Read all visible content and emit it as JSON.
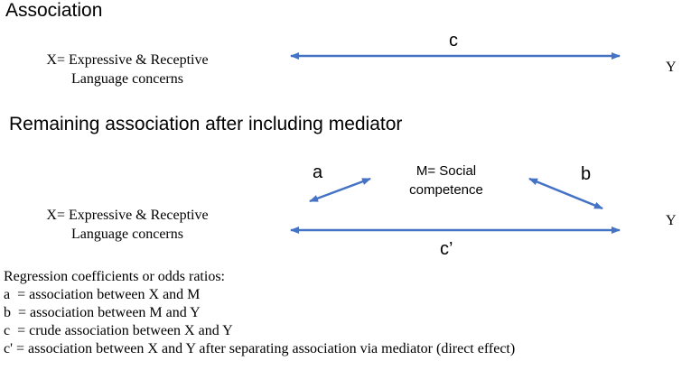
{
  "section1": {
    "heading": "Association",
    "x_label_line1": "X= Expressive & Receptive",
    "x_label_line2": "Language concerns",
    "path_c_label": "c",
    "y_label": "Y"
  },
  "section2": {
    "heading": "Remaining association after including mediator",
    "x_label_line1": "X= Expressive & Receptive",
    "x_label_line2": "Language concerns",
    "m_label_line1": "M= Social",
    "m_label_line2": "competence",
    "path_a_label": "a",
    "path_b_label": "b",
    "path_c_prime_label": "c’",
    "y_label": "Y"
  },
  "legend": {
    "title": "Regression coefficients or odds ratios:",
    "items": [
      "a  = association between X and M",
      "b  = association between M and Y",
      "c  = crude association between X and Y",
      "c' = association between X and Y after separating association via mediator (direct effect)"
    ]
  },
  "colors": {
    "arrow": "#4472C4",
    "text": "#000000",
    "background": "#FFFFFF"
  }
}
